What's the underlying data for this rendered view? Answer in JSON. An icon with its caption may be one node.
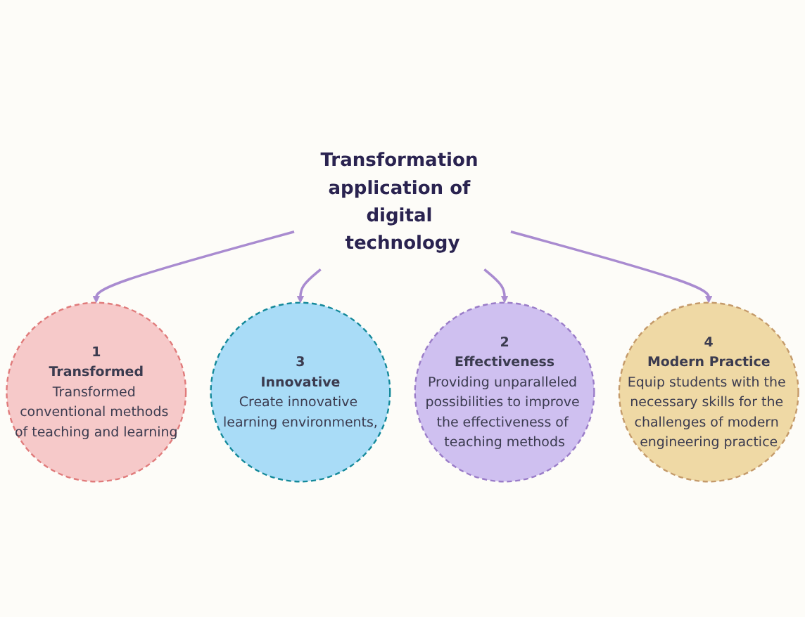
{
  "diagram": {
    "nodes": [
      {
        "text": [
          "1",
          "Transformed",
          "Transformed conventional methods of teaching and learning"
        ]
      },
      {
        "text": [
          "3",
          "Innovative",
          "Create innovative learning environments,"
        ]
      },
      {
        "text": [
          "Transformation application of digital technology"
        ]
      },
      {
        "text": [
          "2",
          "Effectiveness",
          "Providing unparalleled possibilities to improve the effectiveness of teaching methods"
        ]
      },
      {
        "text": [
          "4",
          "Modern Practice",
          "Equip students with the necessary skills for the challenges of modern engineering practice"
        ]
      }
    ],
    "edges": [
      {
        "from": 2,
        "to": 0,
        "arrow": "to"
      },
      {
        "from": 2,
        "to": 1,
        "arrow": "to"
      },
      {
        "from": 2,
        "to": 3,
        "arrow": "to"
      },
      {
        "from": 2,
        "to": 4,
        "arrow": "to"
      }
    ]
  }
}
